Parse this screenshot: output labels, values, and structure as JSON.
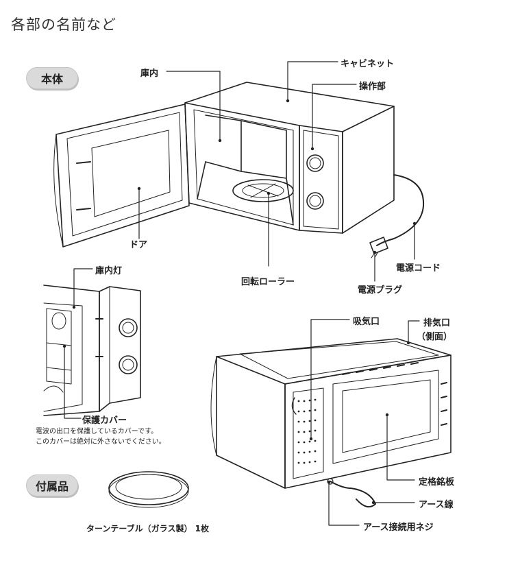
{
  "header": {
    "title": "各部の名前など"
  },
  "sections": {
    "main_body": "本体",
    "accessories": "付属品"
  },
  "labels": {
    "interior": "庫内",
    "cabinet": "キャビネット",
    "control_panel": "操作部",
    "door": "ドア",
    "power_cord": "電源コード",
    "power_plug": "電源プラグ",
    "turntable_roller": "回転ローラー",
    "interior_light": "庫内灯",
    "protective_cover": "保護カバー",
    "intake_vent": "吸気口",
    "exhaust_vent_line1": "排気口",
    "exhaust_vent_line2": "（側面）",
    "rating_plate": "定格銘板",
    "ground_wire": "アース線",
    "ground_screw": "アース接続用ネジ"
  },
  "protective_cover_note": [
    "電波の出口を保護しているカバーです。",
    "このカバーは絶対に外さないでください。"
  ],
  "accessory_item": "ターンテーブル（ガラス製） 1枚"
}
